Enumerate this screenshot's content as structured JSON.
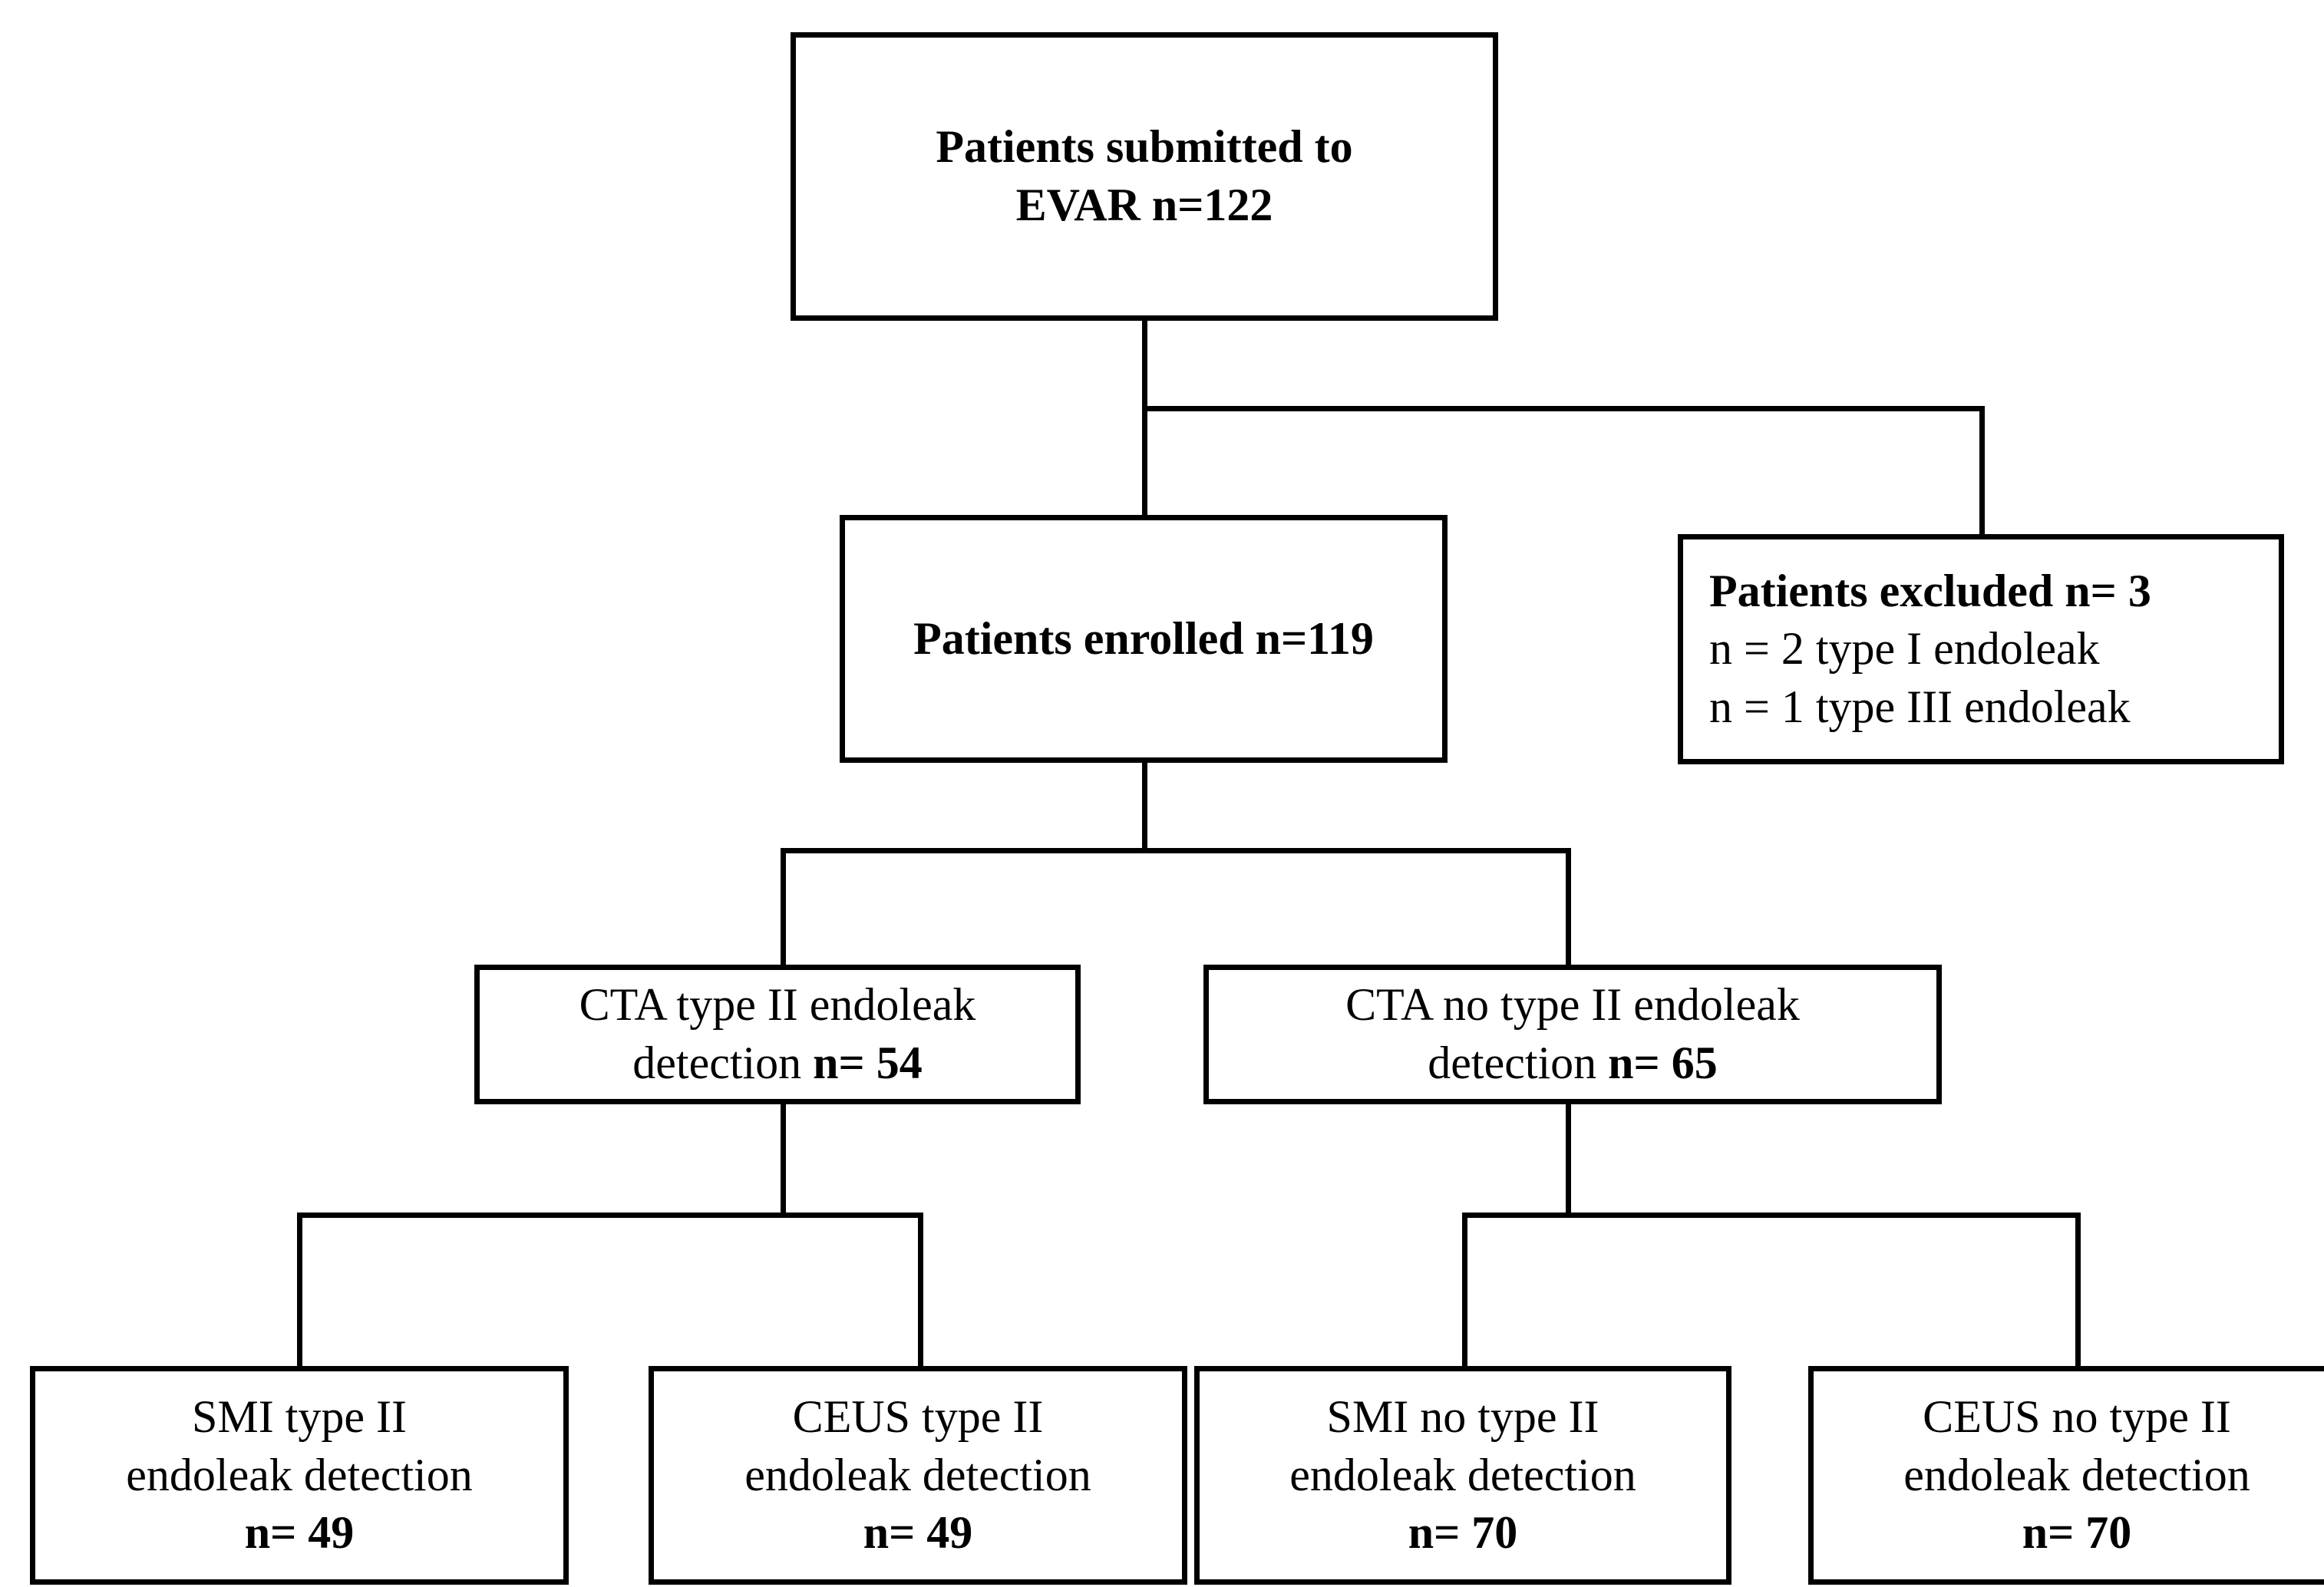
{
  "diagram": {
    "title": "EVAR patient enrollment and endoleak detection flowchart",
    "type": "flowchart",
    "background_color": "#ffffff",
    "line_color": "#000000",
    "nodes": {
      "submitted": {
        "line1": "Patients submitted to",
        "line2": "EVAR  n=122"
      },
      "enrolled": {
        "line1": "Patients enrolled n=119"
      },
      "excluded": {
        "line1": "Patients excluded n= 3",
        "line2": "n = 2 type I endoleak",
        "line3": "n = 1 type III endoleak"
      },
      "cta_positive": {
        "line1": "CTA type II endoleak",
        "line2_text": "detection ",
        "line2_count": "n= 54"
      },
      "cta_negative": {
        "line1": "CTA no type II endoleak",
        "line2_text": "detection ",
        "line2_count": "n= 65"
      },
      "smi_positive": {
        "line1": "SMI type II",
        "line2": "endoleak detection",
        "line3": "n= 49"
      },
      "ceus_positive": {
        "line1": "CEUS type II",
        "line2": "endoleak detection",
        "line3": "n= 49"
      },
      "smi_negative": {
        "line1": "SMI no type II",
        "line2": "endoleak detection",
        "line3": "n= 70"
      },
      "ceus_negative": {
        "line1": "CEUS no type II",
        "line2": "endoleak detection",
        "line3": "n= 70"
      }
    },
    "counts": {
      "submitted": 122,
      "enrolled": 119,
      "excluded": 3,
      "excluded_type_I": 2,
      "excluded_type_III": 1,
      "cta_positive": 54,
      "cta_negative": 65,
      "smi_positive": 49,
      "ceus_positive": 49,
      "smi_negative": 70,
      "ceus_negative": 70
    }
  }
}
